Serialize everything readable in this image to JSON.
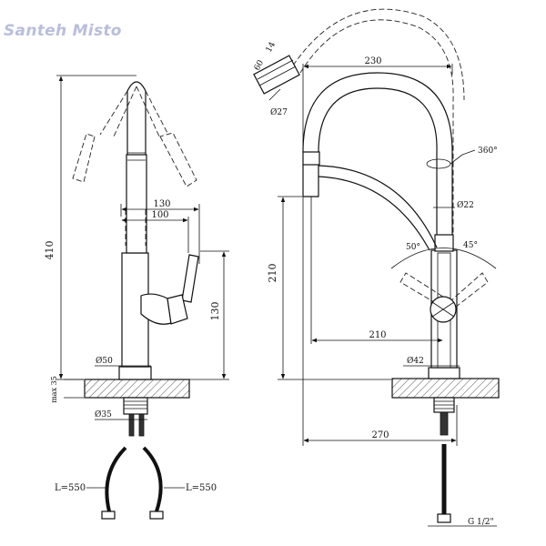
{
  "brand": {
    "logo_text": "Santeh Misto",
    "logo_color": "#b9bedc"
  },
  "side_view": {
    "height_410": "410",
    "reach_130": "130",
    "reach_100": "100",
    "vertical_130": "130",
    "base_d50": "Ø50",
    "max_35": "max 35",
    "thread_d35": "Ø35",
    "hose_left": "L=550",
    "hose_right": "L=550"
  },
  "front_view": {
    "spout_230": "230",
    "aerator_14": "14",
    "aerator_60": "60",
    "aerator_d27": "Ø27",
    "rotation_360": "360°",
    "spout_d22": "Ø22",
    "height_210": "210",
    "angle_50": "50°",
    "angle_45": "45°",
    "reach_210": "210",
    "body_d42": "Ø42",
    "width_270": "270",
    "connection_g12": "G 1/2\""
  }
}
